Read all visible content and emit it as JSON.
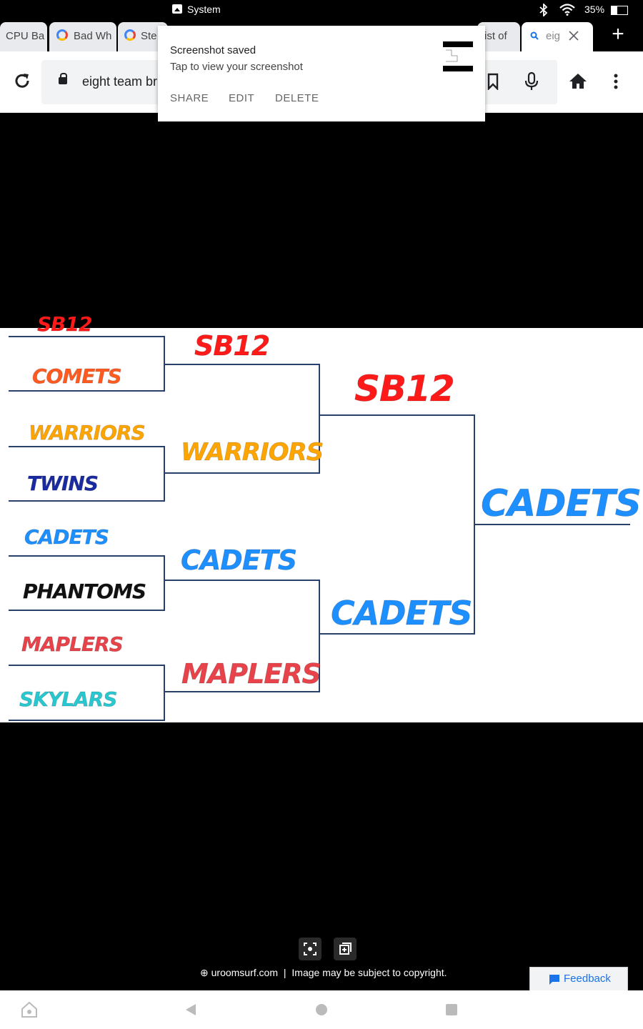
{
  "status_bar": {
    "notification_source": "System",
    "battery": "35%"
  },
  "tabs": [
    {
      "label": "CPU Ba"
    },
    {
      "label": "Bad Wh"
    },
    {
      "label": "Ste"
    },
    {
      "label": "ist of"
    },
    {
      "label": "eig"
    }
  ],
  "toolbar": {
    "url": "eight team br"
  },
  "notification": {
    "title": "Screenshot saved",
    "subtitle": "Tap to view your screenshot",
    "actions": {
      "share": "SHARE",
      "edit": "EDIT",
      "delete": "DELETE"
    }
  },
  "bracket": {
    "round1": [
      "SB12",
      "COMETS",
      "WARRIORS",
      "TWINS",
      "CADETS",
      "PHANTOMS",
      "MAPLERS",
      "SKYLARS"
    ],
    "round2": [
      "SB12",
      "WARRIORS",
      "CADETS",
      "MAPLERS"
    ],
    "round3": [
      "SB12",
      "CADETS"
    ],
    "champion": "CADETS",
    "colors": {
      "SB12": "#ff1a1a",
      "COMETS": "#ff5a1f",
      "WARRIORS": "#ffa500",
      "TWINS": "#1a2aa0",
      "CADETS": "#1e8fff",
      "PHANTOMS": "#111111",
      "MAPLERS": "#e8434a",
      "SKYLARS": "#29c8d0"
    }
  },
  "footer": {
    "source": "uroomsurf.com",
    "separator": "|",
    "copyright": "Image may be subject to copyright.",
    "feedback": "Feedback"
  }
}
